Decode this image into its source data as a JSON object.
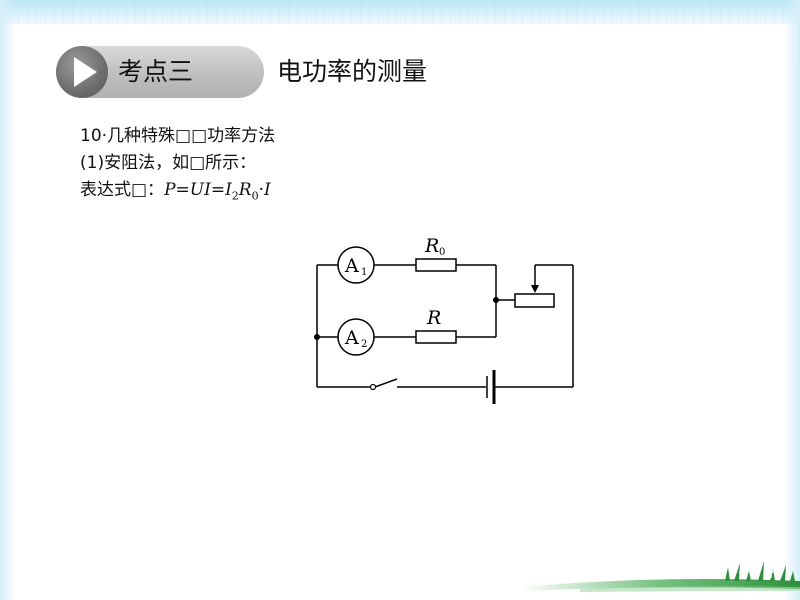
{
  "header": {
    "badge_label": "考点三",
    "section_title": "电功率的测量"
  },
  "body": {
    "line1": "10·几种特殊□□功率方法",
    "line2": "(1)安阻法，如□所示：",
    "line3_prefix": "表达式□：",
    "formula": {
      "P": "P",
      "eq1": "=",
      "UI": "UI",
      "eq2": "=",
      "I": "I",
      "I_sub": "2",
      "R": "R",
      "R_sub": "0",
      "dot": "·",
      "I_end": "I"
    }
  },
  "circuit": {
    "ammeter1_letter": "A",
    "ammeter1_sub": "1",
    "ammeter2_letter": "A",
    "ammeter2_sub": "2",
    "resistor0_letter": "R",
    "resistor0_sub": "0",
    "resistor_letter": "R"
  },
  "colors": {
    "badge_gray": "#bfbfbf",
    "badge_circle": "#6d6d6d",
    "background_blue": "#b9e6f5",
    "decoration_green": "#3aa64a"
  }
}
